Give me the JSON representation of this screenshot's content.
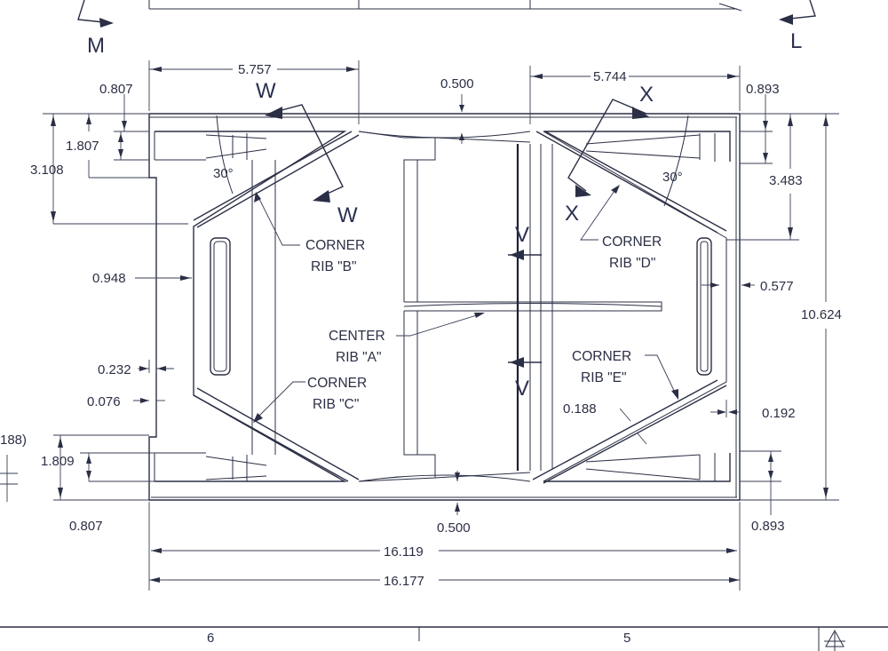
{
  "section_labels": {
    "top_left": "M",
    "top_right": "L",
    "w_top": "W",
    "w_bottom": "W",
    "x_top": "X",
    "x_bottom": "X",
    "v_top": "V",
    "v_bottom": "V"
  },
  "dimensions": {
    "top_left_width": "5.757",
    "top_center_gap": "0.500",
    "top_right_width": "5.744",
    "left_top_offset": "0.807",
    "right_top_offset": "0.893",
    "left_inner_height": "1.807",
    "left_outer_height": "3.108",
    "right_height": "3.483",
    "left_flange": "0.948",
    "right_flange": "0.577",
    "overall_height": "10.624",
    "notch_width": "0.232",
    "notch_small": "0.076",
    "rib_thickness": "0.188",
    "right_small": "0.192",
    "left_bottom_height": "1.809",
    "left_bottom_offset": "0.807",
    "bottom_center_gap": "0.500",
    "right_bottom_offset": "0.893",
    "inner_width": "16.119",
    "overall_width": "16.177",
    "partial_left": "188)",
    "angle_left": "30°",
    "angle_right": "30°"
  },
  "callouts": {
    "rib_b_line1": "CORNER",
    "rib_b_line2": "RIB \"B\"",
    "rib_d_line1": "CORNER",
    "rib_d_line2": "RIB \"D\"",
    "rib_a_line1": "CENTER",
    "rib_a_line2": "RIB \"A\"",
    "rib_c_line1": "CORNER",
    "rib_c_line2": "RIB \"C\"",
    "rib_e_line1": "CORNER",
    "rib_e_line2": "RIB \"E\""
  },
  "title_block": {
    "zone_left": "6",
    "zone_right": "5"
  }
}
